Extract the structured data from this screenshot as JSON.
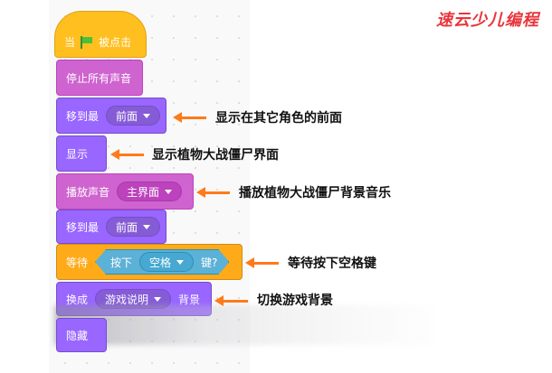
{
  "logo": {
    "text": "速云少儿编程"
  },
  "blocks": {
    "when_flag": {
      "prefix": "当",
      "suffix": "被点击"
    },
    "stop_sounds": {
      "label": "停止所有声音"
    },
    "go_front_1": {
      "label": "移到最",
      "value": "前面"
    },
    "show": {
      "label": "显示"
    },
    "play_sound": {
      "label": "播放声音",
      "value": "主界面"
    },
    "go_front_2": {
      "label": "移到最",
      "value": "前面"
    },
    "wait_until": {
      "label": "等待",
      "press": "按下",
      "key": "空格",
      "suffix": "键?"
    },
    "switch_backdrop": {
      "label": "换成",
      "value": "游戏说明",
      "suffix": "背景"
    },
    "hide": {
      "label": "隐藏"
    }
  },
  "annotations": {
    "front": "显示在其它角色的前面",
    "show": "显示植物大战僵尸界面",
    "sound": "播放植物大战僵尸背景音乐",
    "wait": "等待按下空格键",
    "backdrop": "切换游戏背景"
  },
  "colors": {
    "events": "#ffbf1f",
    "sound": "#cf63cf",
    "looks": "#9966ff",
    "control": "#ffab19",
    "sensing": "#5cb1d6",
    "arrow": "#ff7a1a",
    "logo": "#e8353a"
  }
}
